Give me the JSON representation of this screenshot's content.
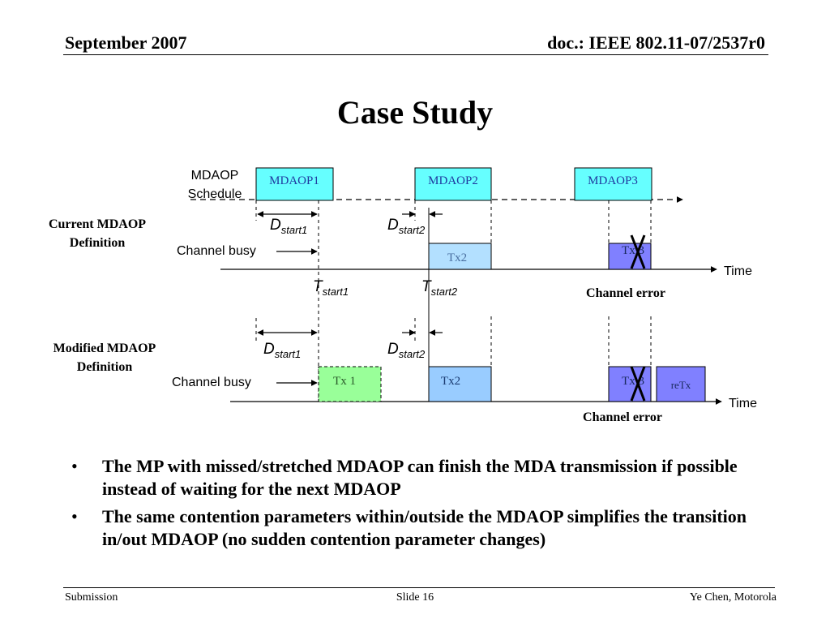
{
  "header": {
    "date": "September 2007",
    "doc_id": "doc.: IEEE 802.11-07/2537r0"
  },
  "title": "Case Study",
  "diagram": {
    "schedule_label_line1": "MDAOP",
    "schedule_label_line2": "Schedule",
    "current_def_line1": "Current MDAOP",
    "current_def_line2": "Definition",
    "modified_def_line1": "Modified MDAOP",
    "modified_def_line2": "Definition",
    "mdaop1": "MDAOP1",
    "mdaop2": "MDAOP2",
    "mdaop3": "MDAOP3",
    "channel_busy": "Channel busy",
    "time": "Time",
    "tx1": "Tx 1",
    "tx2": "Tx2",
    "tx3": "Tx 3",
    "retx": "reTx",
    "channel_error": "Channel error",
    "d_letter": "D",
    "t_letter": "T",
    "sub_start1": "start1",
    "sub_start2": "start2",
    "colors": {
      "mdaop_fill": "#66ffff",
      "tx2_current_fill": "#b3e0ff",
      "tx_fill": "#99ccff",
      "tx3_fill": "#8080ff",
      "tx1_fill": "#99ff99"
    }
  },
  "bullets": [
    "The MP with missed/stretched MDAOP can finish the MDA transmission if possible instead of waiting for the next MDAOP",
    "The same contention parameters within/outside the MDAOP simplifies the transition in/out MDAOP (no sudden contention parameter changes)"
  ],
  "bullet_glyph": "•",
  "footer": {
    "left": "Submission",
    "center": "Slide 16",
    "right": "Ye Chen, Motorola"
  }
}
